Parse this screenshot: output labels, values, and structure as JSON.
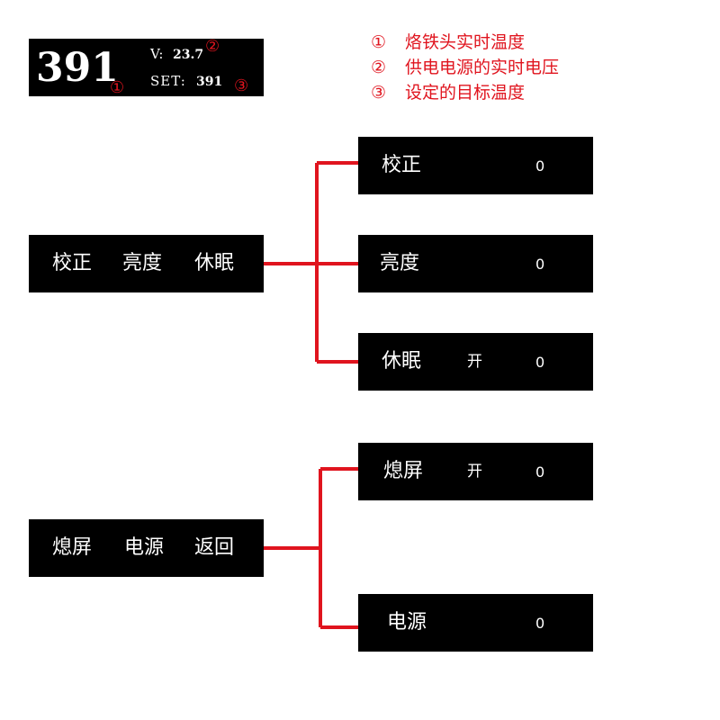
{
  "display": {
    "temperature": "391",
    "voltage_label": "V:",
    "voltage_value": "23.7",
    "set_label": "SET:",
    "set_value": "391",
    "marker_1": "①",
    "marker_2": "②",
    "marker_3": "③"
  },
  "legend": [
    {
      "marker": "①",
      "text": "烙铁头实时温度"
    },
    {
      "marker": "②",
      "text": "供电电源的实时电压"
    },
    {
      "marker": "③",
      "text": "设定的目标温度"
    }
  ],
  "menu1": {
    "items": [
      "校正",
      "亮度",
      "休眠"
    ],
    "submenus": [
      {
        "label": "校正",
        "state": "",
        "value": "0"
      },
      {
        "label": "亮度",
        "state": "",
        "value": "0"
      },
      {
        "label": "休眠",
        "state": "开",
        "value": "0"
      }
    ]
  },
  "menu2": {
    "items": [
      "熄屏",
      "电源",
      "返回"
    ],
    "submenus": [
      {
        "label": "熄屏",
        "state": "开",
        "value": "0"
      },
      {
        "label": "电源",
        "state": "",
        "value": "0"
      }
    ]
  },
  "colors": {
    "background": "#ffffff",
    "screen": "#000000",
    "text": "#ffffff",
    "connector": "#e0141e"
  }
}
